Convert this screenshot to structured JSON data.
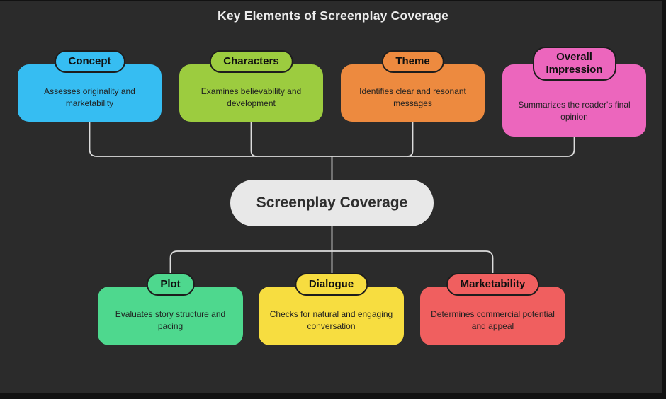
{
  "title": "Key Elements of Screenplay Coverage",
  "center": {
    "label": "Screenplay Coverage",
    "color": "#e8e8e8"
  },
  "nodes": [
    {
      "id": "concept",
      "label": "Concept",
      "description": "Assesses originality and marketability",
      "color": "#36bdf2"
    },
    {
      "id": "characters",
      "label": "Characters",
      "description": "Examines believability and development",
      "color": "#9ccc3f"
    },
    {
      "id": "theme",
      "label": "Theme",
      "description": "Identifies clear and resonant messages",
      "color": "#ed8a3f"
    },
    {
      "id": "overall-impression",
      "label": "Overall Impression",
      "description": "Summarizes the reader's final opinion",
      "color": "#ec66bd"
    },
    {
      "id": "plot",
      "label": "Plot",
      "description": "Evaluates story structure and pacing",
      "color": "#4ed88e"
    },
    {
      "id": "dialogue",
      "label": "Dialogue",
      "description": "Checks for natural and engaging conversation",
      "color": "#f7dd40"
    },
    {
      "id": "marketability",
      "label": "Marketability",
      "description": "Determines commercial potential and appeal",
      "color": "#f05f5f"
    }
  ],
  "colors": {
    "background": "#2b2b2b",
    "edge": "#121212",
    "connector": "#dcdcdc",
    "title_text": "#ededed",
    "node_text": "#1f2020"
  }
}
